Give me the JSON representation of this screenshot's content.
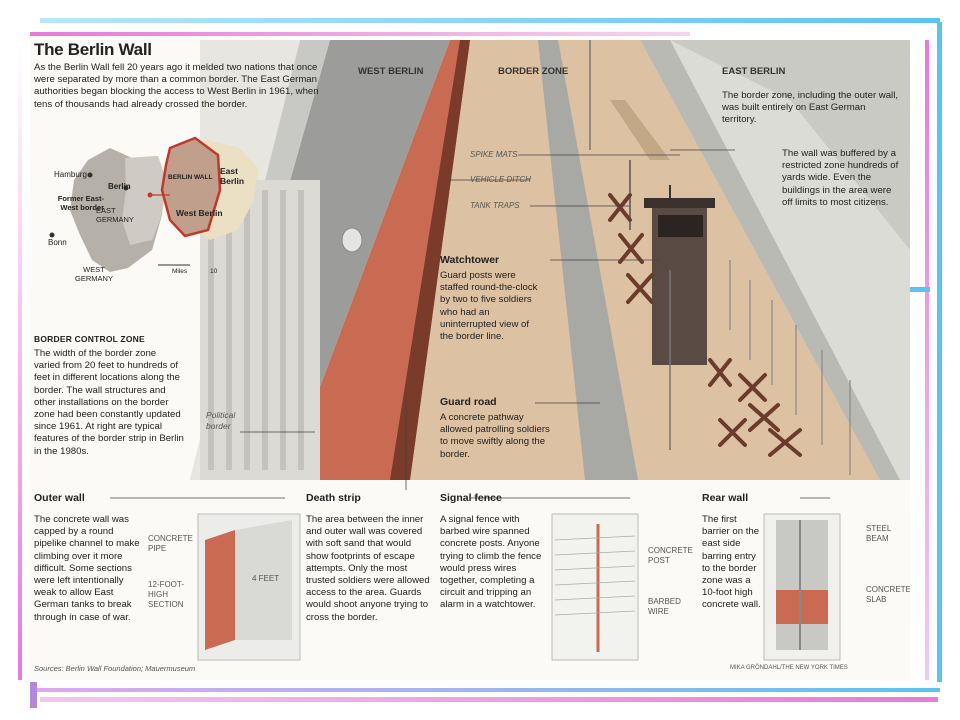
{
  "title": "The Berlin Wall",
  "intro": "As the Berlin Wall fell 20 years ago it melded two nations that once were separated by more than a common border. The East German authorities began blocking the access to West Berlin in 1961, when tens of thousands had already crossed the border.",
  "map": {
    "hamburg": "Hamburg",
    "berlin": "Berlin",
    "former_border": "Former East-West border",
    "east_germany": "EAST GERMANY",
    "bonn": "Bonn",
    "west_germany": "WEST GERMANY",
    "berlin_wall": "BERLIN WALL",
    "east_berlin": "East Berlin",
    "west_berlin": "West Berlin",
    "scale_label": "Miles",
    "scale_value": "10"
  },
  "zones": {
    "west": "WEST BERLIN",
    "border": "BORDER ZONE",
    "east": "EAST BERLIN"
  },
  "east_note_1": "The border zone, including the outer wall, was built entirely on East German territory.",
  "east_note_2": "The wall was buffered by a restricted zone hundreds of yards wide. Even the buildings in the area were off limits to most citizens.",
  "features": {
    "spike_mats": "SPIKE MATS",
    "vehicle_ditch": "VEHICLE DITCH",
    "tank_traps": "TANK TRAPS"
  },
  "watchtower": {
    "heading": "Watchtower",
    "text": "Guard posts were staffed round-the-clock by two to five soldiers who had an uninterrupted view of the border line."
  },
  "guard_road": {
    "heading": "Guard road",
    "text": "A concrete pathway allowed patrolling soldiers to move swiftly along the border."
  },
  "political_border": "Political border",
  "border_control": {
    "heading": "BORDER CONTROL ZONE",
    "text": "The width of the border zone varied from 20 feet to hundreds of feet in different locations along the border. The wall structures and other installations on the border zone had been constantly updated since 1961. At right are typical features of the border strip in Berlin in the 1980s."
  },
  "outer_wall": {
    "heading": "Outer wall",
    "text": "The concrete wall was capped by a round pipelike channel to make climbing over it more difficult. Some sections were left intentionally weak to allow East German tanks to break through in case of war.",
    "label_pipe": "CONCRETE PIPE",
    "label_section": "12-FOOT-HIGH SECTION",
    "label_feet": "4 FEET"
  },
  "death_strip": {
    "heading": "Death strip",
    "text": "The area between the inner and outer wall was covered with soft sand that would show footprints of escape attempts. Only the most trusted soldiers were allowed access to the area. Guards would shoot anyone trying to cross the border."
  },
  "signal_fence": {
    "heading": "Signal fence",
    "text": "A signal fence with barbed wire spanned concrete posts. Anyone trying to climb the fence would press wires together, completing a circuit and tripping an alarm in a watchtower.",
    "label_post": "CONCRETE POST",
    "label_wire": "BARBED WIRE"
  },
  "rear_wall": {
    "heading": "Rear wall",
    "text": "The first barrier on the east side barring entry to the border zone was a 10-foot high concrete wall.",
    "label_beam": "STEEL BEAM",
    "label_slab": "CONCRETE SLAB"
  },
  "sources": "Sources: Berlin Wall Foundation; Mauermuseum",
  "credit": "MIKA GRÖNDAHL/THE NEW YORK TIMES",
  "colors": {
    "accent_red": "#c0392b",
    "frame_pink": "#e87ad8",
    "frame_blue": "#5bc3f0",
    "frame_purple": "#b08ad8"
  }
}
